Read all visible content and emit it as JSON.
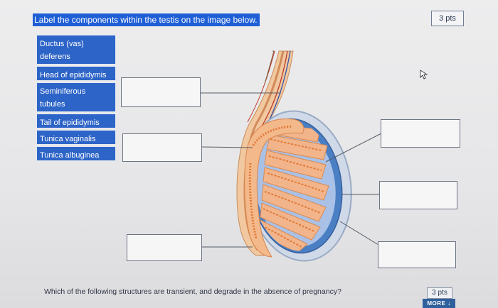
{
  "question": {
    "title": "Label the components within the testis on the image below.",
    "points": "3 pts"
  },
  "labels": [
    "Ductus (vas)\ndeferens",
    "Head of epididymis",
    "Seminiferous\ntubules",
    "Tail of epididymis",
    "Tunica vaginalis",
    "Tunica albuginea"
  ],
  "next_question": {
    "text": "Which of the following structures are transient, and degrade in the absence of pregnancy?",
    "points": "3 pts",
    "more_label": "MORE"
  },
  "colors": {
    "label_bg": "#2d64c7",
    "title_bg": "#1f5fd6",
    "tunica": "#4b7fc4",
    "tubules": "#f2b48a",
    "tubule_lines": "#e08a4c"
  },
  "icons": {
    "cursor": "cursor-icon",
    "more": "arrow-down-icon"
  }
}
